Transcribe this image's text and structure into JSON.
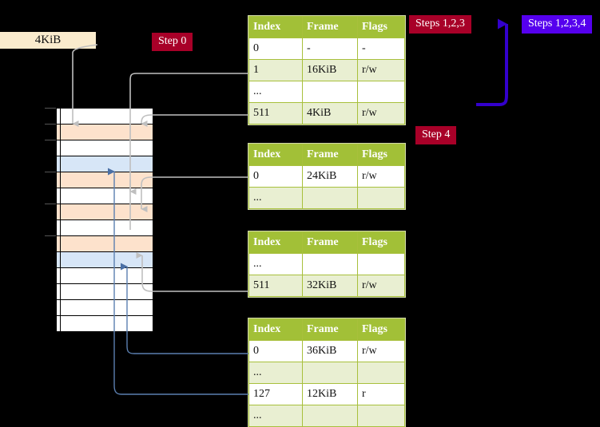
{
  "labels": {
    "size_tag": "4KiB",
    "step0": "Step 0",
    "step4": "Step 4",
    "steps123": "Steps 1,2,3",
    "steps1234": "Steps 1,2,3,4"
  },
  "colors": {
    "badge_crimson": "#A80028",
    "badge_violet": "#5500EE",
    "table_header": "#A2C037",
    "table_alt_row": "#E9EFD2",
    "highlight": "#FAF59B",
    "mem_peach": "#FDE2CC",
    "mem_blue": "#D7E6F7",
    "tag_cream": "#FAEBCD",
    "arrow_grey": "#B0B0B0",
    "arrow_blue": "#5B7FB0",
    "arrow_violet": "#3300CC"
  },
  "tables": [
    {
      "name": "pml4-table",
      "headers": [
        "Index",
        "Frame",
        "Flags"
      ],
      "rows": [
        {
          "cells": [
            "0",
            "-",
            "-"
          ],
          "alt": false,
          "highlight": false
        },
        {
          "cells": [
            "1",
            "16KiB",
            "r/w"
          ],
          "alt": true,
          "highlight": false
        },
        {
          "cells": [
            "...",
            "",
            ""
          ],
          "alt": false,
          "highlight": false
        },
        {
          "cells": [
            "511",
            "4KiB",
            "r/w"
          ],
          "alt": true,
          "highlight": true
        }
      ]
    },
    {
      "name": "pdpt-table",
      "headers": [
        "Index",
        "Frame",
        "Flags"
      ],
      "rows": [
        {
          "cells": [
            "0",
            "24KiB",
            "r/w"
          ],
          "alt": false,
          "highlight": false
        },
        {
          "cells": [
            "...",
            "",
            ""
          ],
          "alt": true,
          "highlight": false
        }
      ]
    },
    {
      "name": "pd-table",
      "headers": [
        "Index",
        "Frame",
        "Flags"
      ],
      "rows": [
        {
          "cells": [
            "...",
            "",
            ""
          ],
          "alt": false,
          "highlight": false
        },
        {
          "cells": [
            "511",
            "32KiB",
            "r/w"
          ],
          "alt": true,
          "highlight": false
        }
      ]
    },
    {
      "name": "pt-table",
      "headers": [
        "Index",
        "Frame",
        "Flags"
      ],
      "rows": [
        {
          "cells": [
            "0",
            "36KiB",
            "r/w"
          ],
          "alt": false,
          "highlight": false
        },
        {
          "cells": [
            "...",
            "",
            ""
          ],
          "alt": true,
          "highlight": false
        },
        {
          "cells": [
            "127",
            "12KiB",
            "r"
          ],
          "alt": false,
          "highlight": false
        },
        {
          "cells": [
            "...",
            "",
            ""
          ],
          "alt": true,
          "highlight": false
        }
      ]
    }
  ],
  "memory_blocks": [
    {
      "fill": "white"
    },
    {
      "fill": "peach"
    },
    {
      "fill": "white"
    },
    {
      "fill": "blue"
    },
    {
      "fill": "peach"
    },
    {
      "fill": "white"
    },
    {
      "fill": "peach"
    },
    {
      "fill": "white"
    },
    {
      "fill": "peach"
    },
    {
      "fill": "blue"
    },
    {
      "fill": "white"
    },
    {
      "fill": "white"
    },
    {
      "fill": "white"
    },
    {
      "fill": "white"
    }
  ]
}
